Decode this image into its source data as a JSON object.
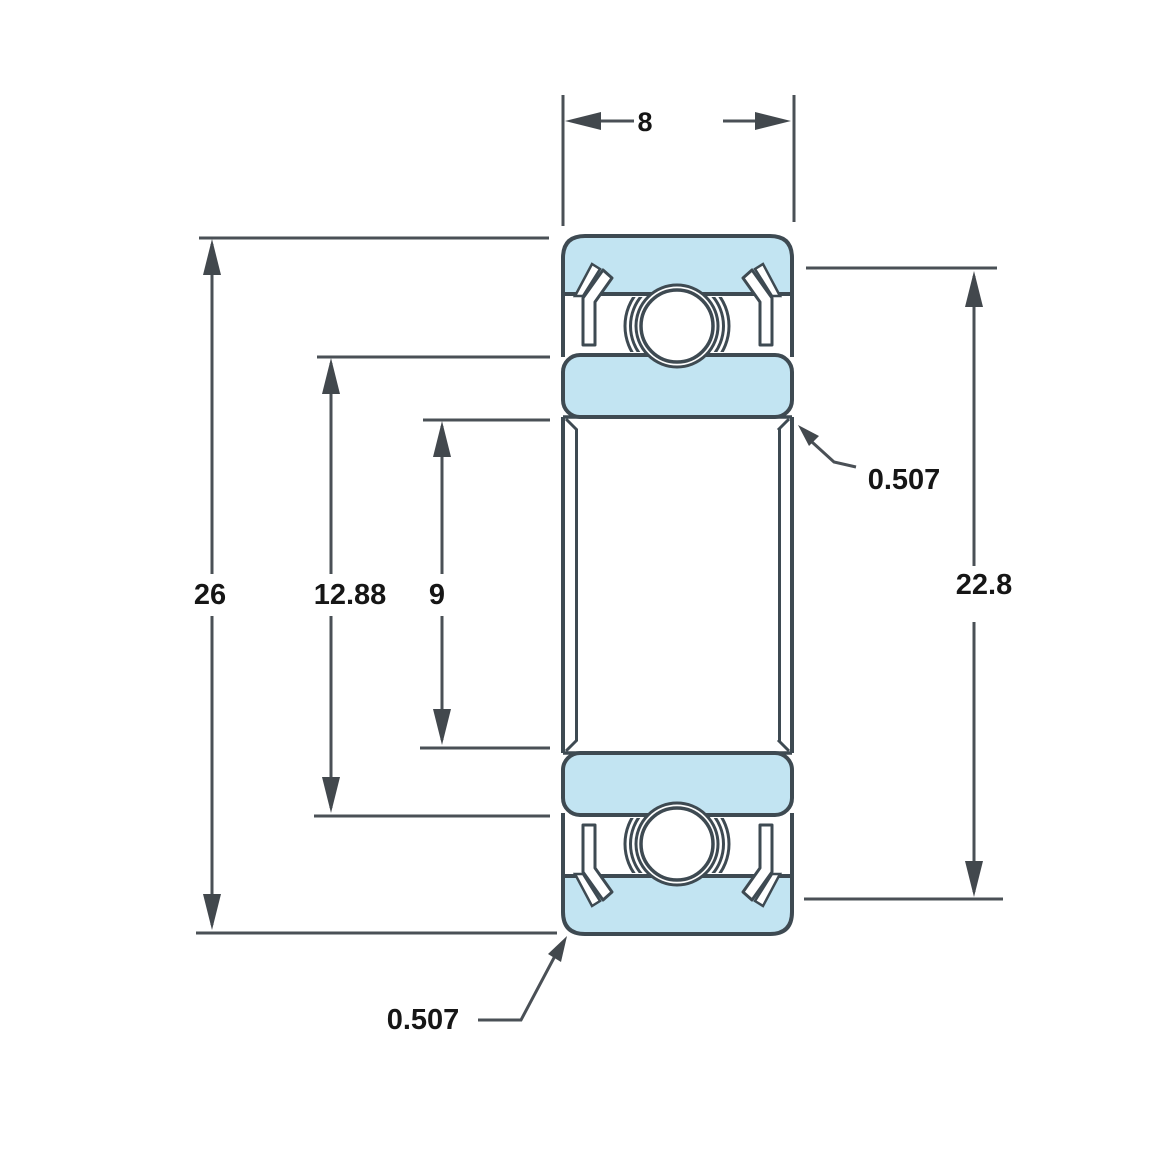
{
  "drawing": {
    "figure": "ball-bearing-cross-section",
    "colors": {
      "ring_fill": "#c2e4f2",
      "part_outline": "#3e4a52",
      "dimension_line": "#4a5056",
      "arrowhead": "#42484d",
      "label_text": "#161616",
      "background": "#ffffff"
    },
    "dimensions": {
      "width": {
        "value": "8"
      },
      "outer_diameter": {
        "value": "26"
      },
      "inner_ring_outer_diameter": {
        "value": "12.88"
      },
      "bore_diameter": {
        "value": "9"
      },
      "outer_ring_land_diameter": {
        "value": "22.8"
      },
      "chamfer_upper": {
        "value": "0.507"
      },
      "chamfer_lower": {
        "value": "0.507"
      }
    }
  }
}
